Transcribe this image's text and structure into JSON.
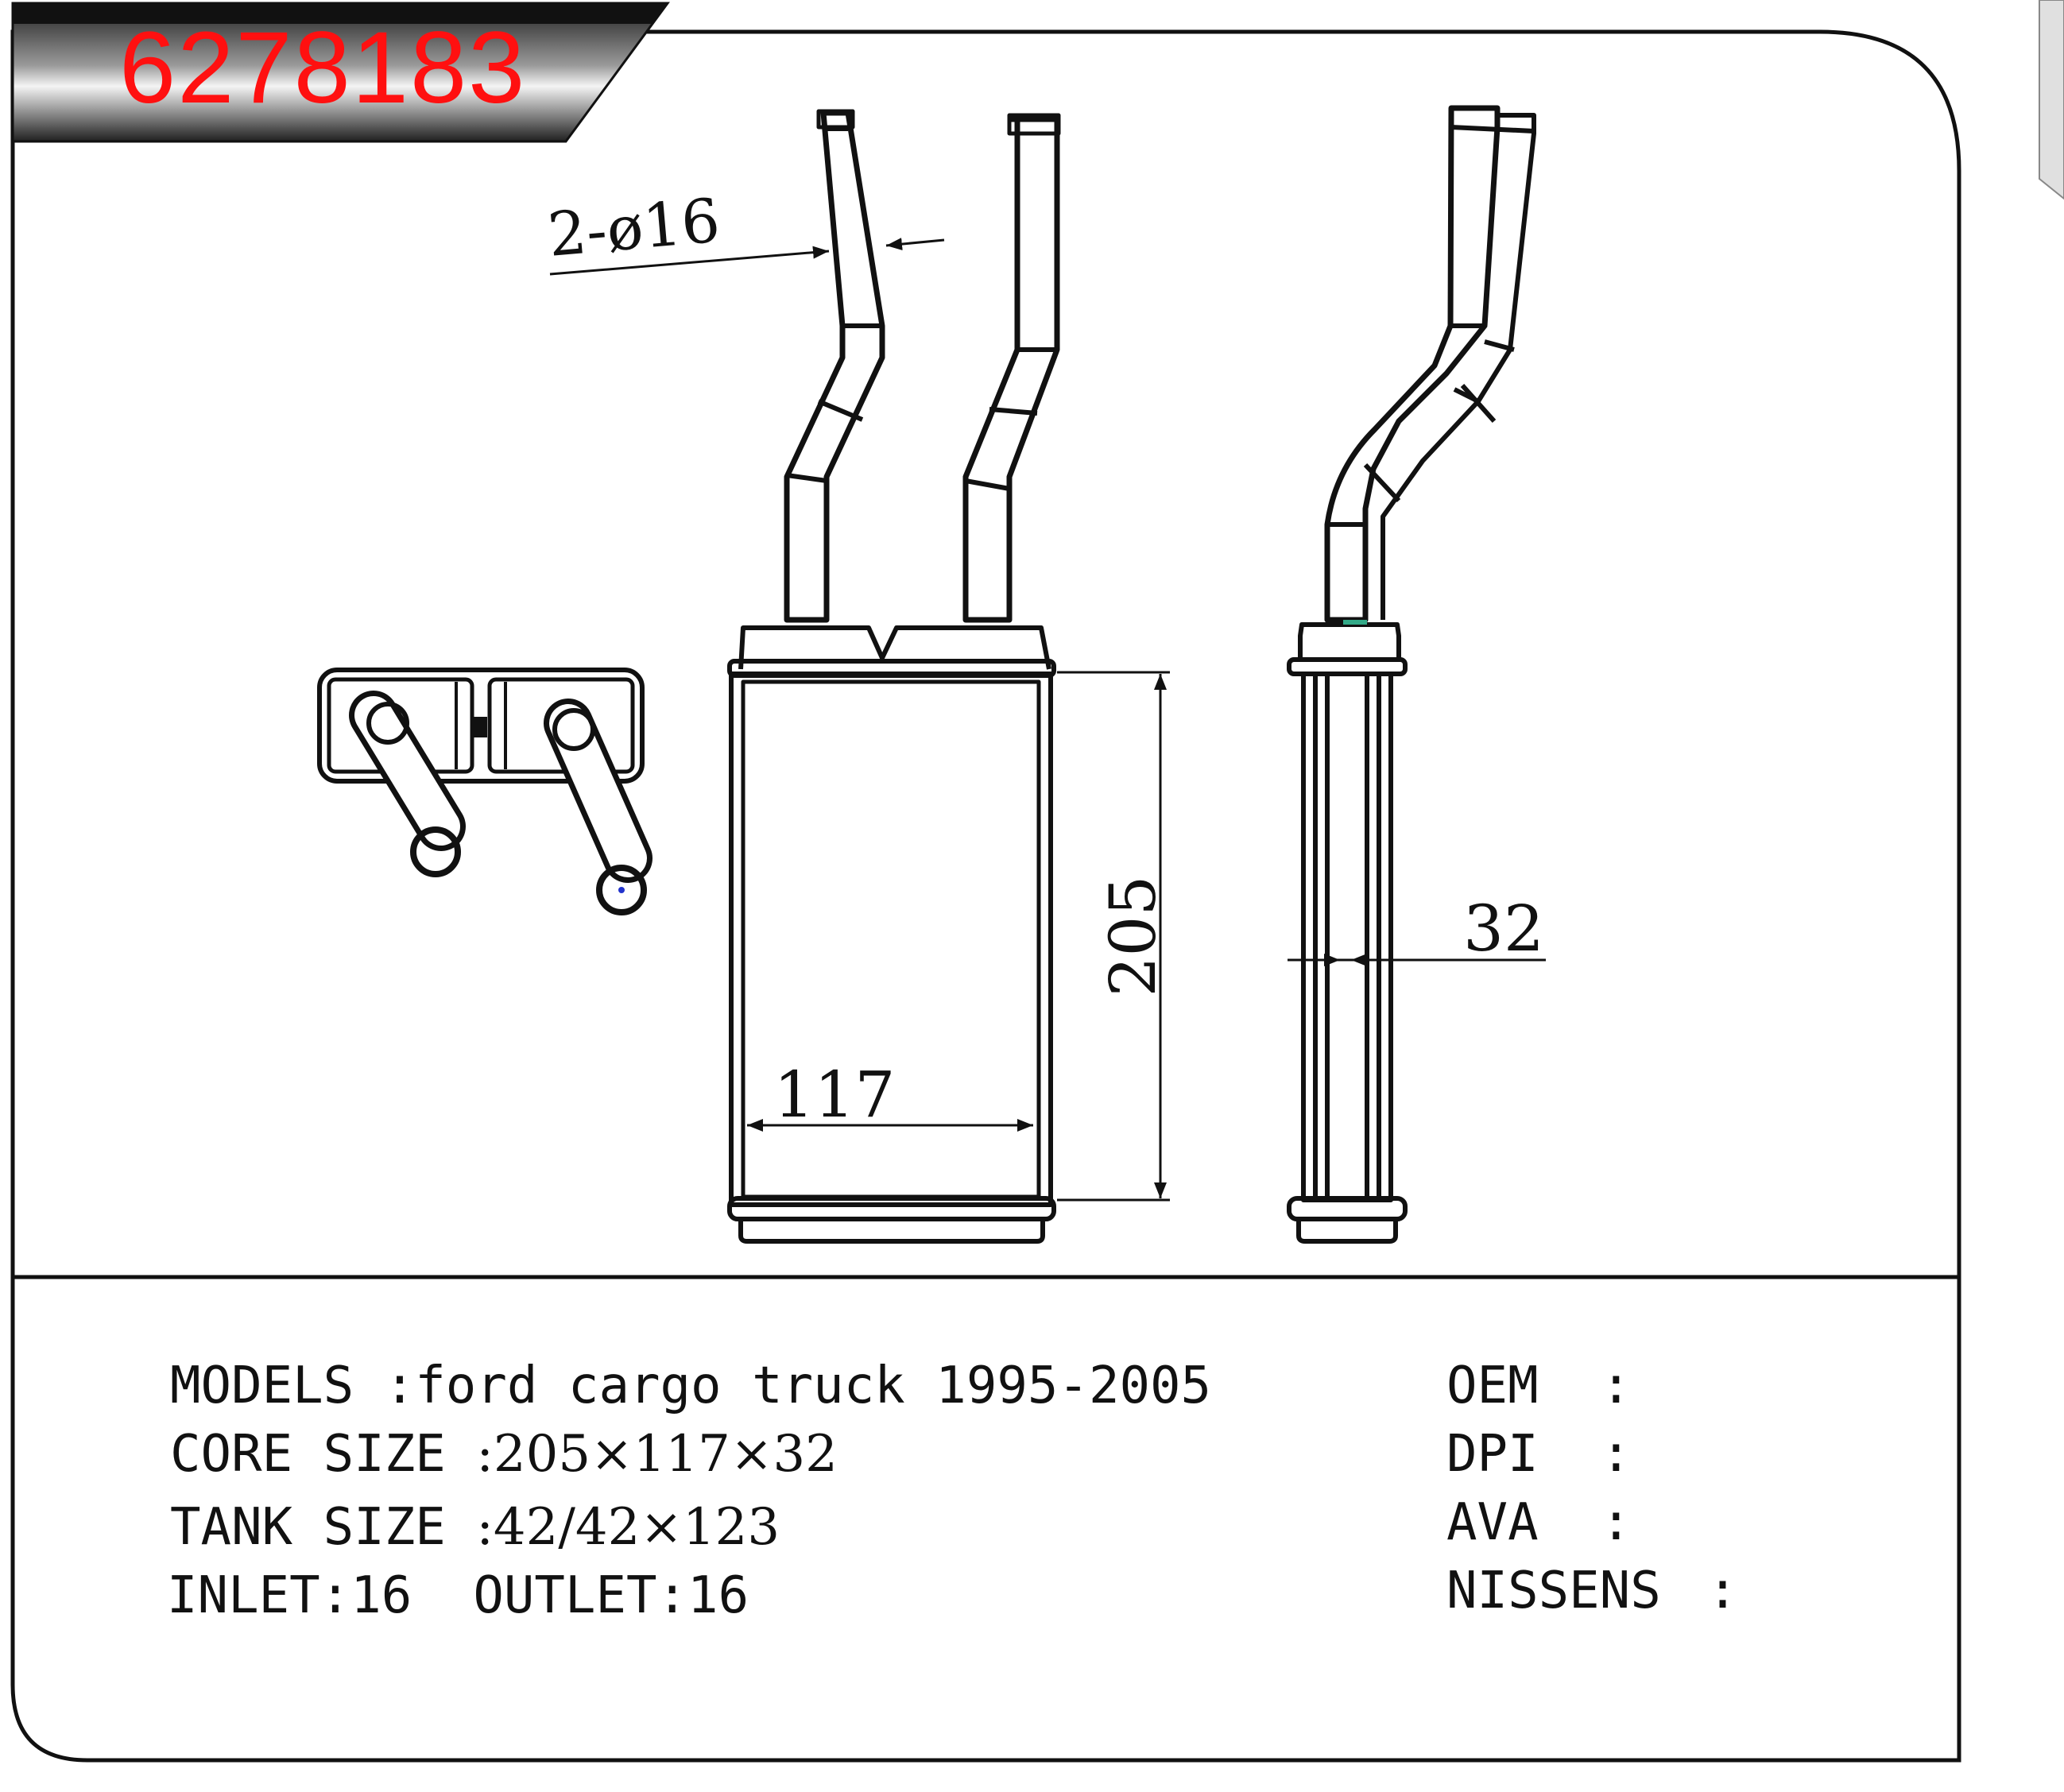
{
  "header": {
    "part_number": "6278183"
  },
  "drawing": {
    "pipe_callout": "2-ø16",
    "core_width": "117",
    "core_height": "205",
    "core_depth": "32"
  },
  "specs": {
    "models_label": "MODELS",
    "models_value": ":ford cargo truck 1995-2005",
    "core_label": "CORE SIZE",
    "core_value": ":205×117×32",
    "tank_label": "TANK SIZE",
    "tank_value": ":42/42×123",
    "inlet_label": "INLET:",
    "inlet_value": "16",
    "outlet_label": "OUTLET:",
    "outlet_value": "16"
  },
  "references": [
    {
      "label": "OEM",
      "sep": ":",
      "value": ""
    },
    {
      "label": "DPI",
      "sep": ":",
      "value": ""
    },
    {
      "label": "AVA",
      "sep": ":",
      "value": ""
    },
    {
      "label": "NISSENS",
      "sep": ":",
      "value": ""
    }
  ],
  "colors": {
    "part_number": "#ff1010",
    "line": "#111111",
    "banner_dark": "#2a2a2a"
  }
}
